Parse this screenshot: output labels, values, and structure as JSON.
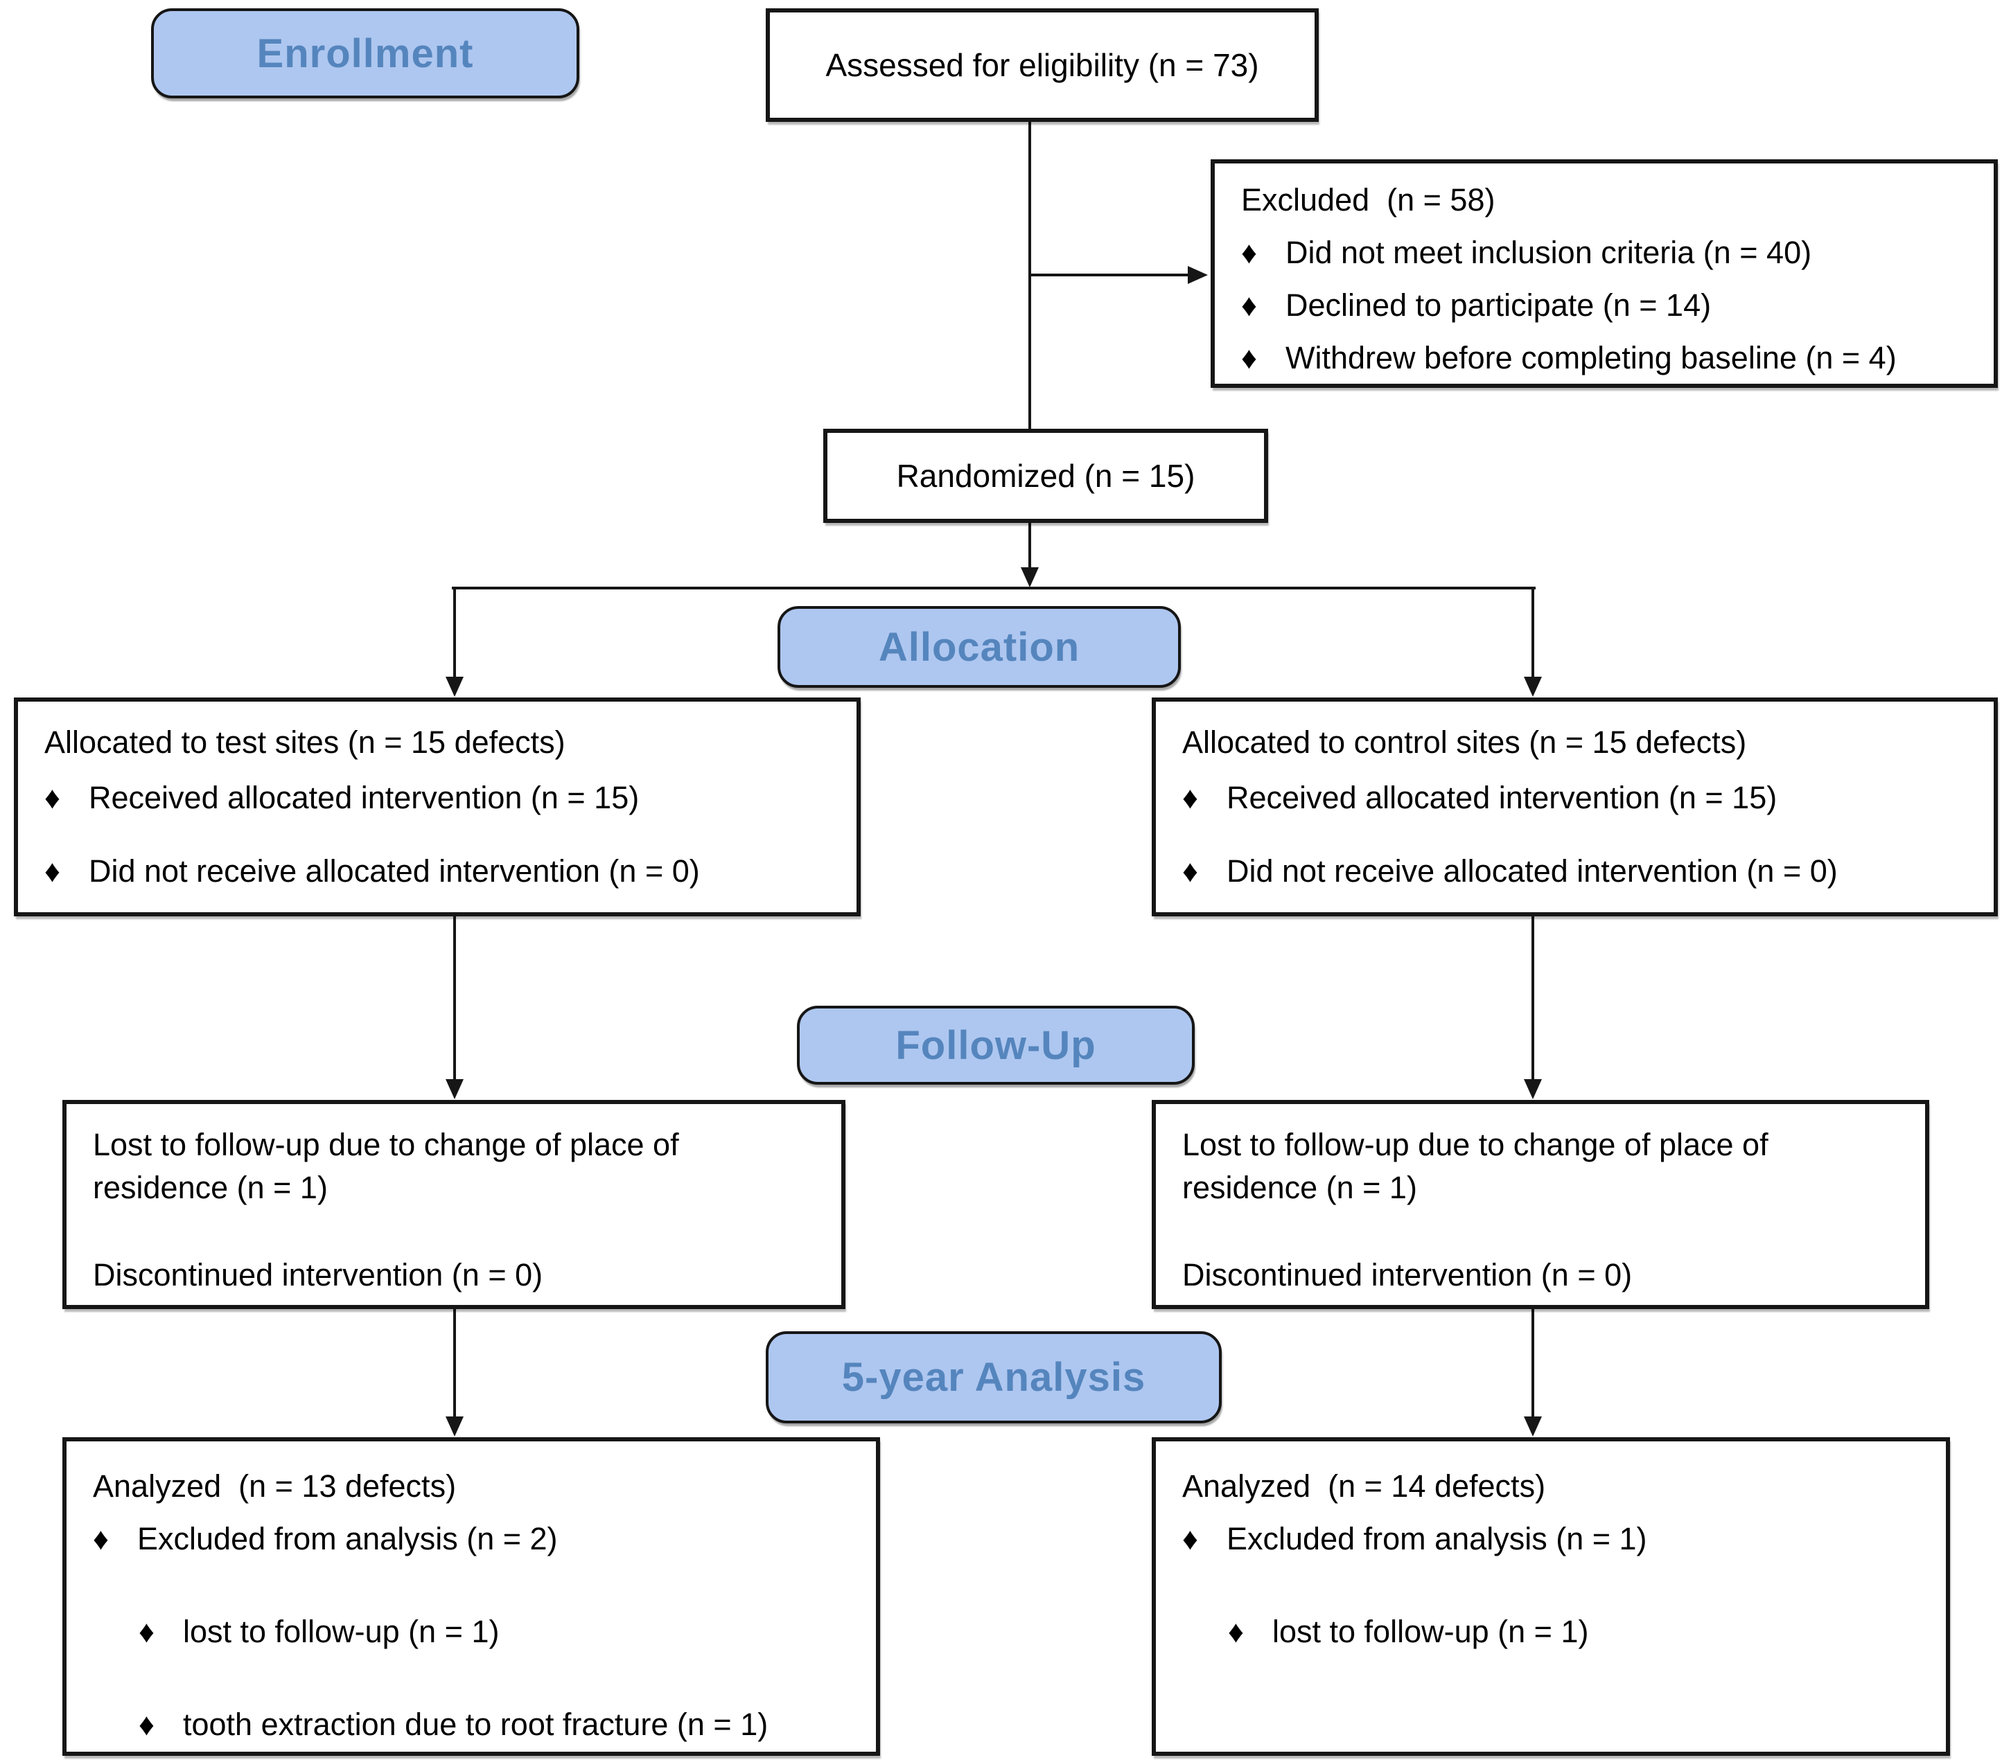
{
  "glyphs": {
    "bullet": "♦"
  },
  "colors": {
    "stage_fill": "#AEC7F0",
    "stage_text": "#5585BD",
    "line": "#161616",
    "box_bg": "#FFFFFF"
  },
  "stages": {
    "enrollment": "Enrollment",
    "allocation": "Allocation",
    "followup": "Follow-Up",
    "analysis": "5-year Analysis"
  },
  "boxes": {
    "assessed": {
      "text": "Assessed for eligibility (n = 73)"
    },
    "excluded": {
      "title": "Excluded  (n = 58)",
      "bullets": [
        "Did not meet inclusion criteria (n = 40)",
        "Declined to participate (n = 14)",
        "Withdrew before completing baseline (n = 4)"
      ]
    },
    "randomized": {
      "text": "Randomized (n = 15)"
    },
    "alloc_test": {
      "title": "Allocated to test sites (n = 15 defects)",
      "bullets": [
        "Received allocated intervention (n = 15)",
        "Did not receive allocated intervention (n = 0)"
      ]
    },
    "alloc_control": {
      "title": "Allocated to control sites (n = 15 defects)",
      "bullets": [
        "Received allocated intervention (n = 15)",
        "Did not receive allocated intervention (n = 0)"
      ]
    },
    "followup_test": {
      "para1": "Lost to follow-up due to change of place of residence (n = 1)",
      "para2": "Discontinued intervention (n = 0)"
    },
    "followup_control": {
      "para1": "Lost to follow-up due to change of place of residence (n = 1)",
      "para2": "Discontinued intervention (n = 0)"
    },
    "analyzed_test": {
      "title": "Analyzed  (n = 13 defects)",
      "bullet": "Excluded from analysis (n = 2)",
      "sub_bullets": [
        "lost to follow-up (n = 1)",
        "tooth extraction due to root fracture (n = 1)"
      ]
    },
    "analyzed_control": {
      "title": "Analyzed  (n = 14 defects)",
      "bullet": "Excluded from analysis (n = 1)",
      "sub_bullets": [
        "lost to follow-up (n = 1)"
      ]
    }
  }
}
